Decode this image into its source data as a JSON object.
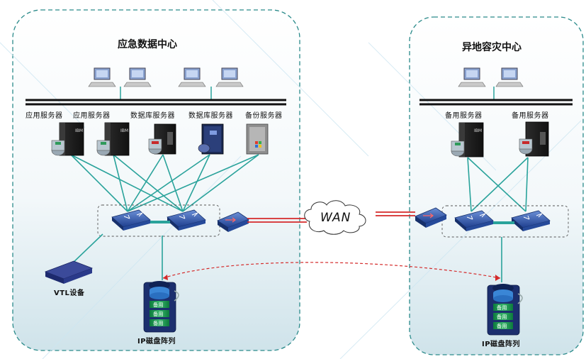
{
  "primary_site": {
    "title": "应急数据中心",
    "servers": [
      {
        "label": "应用服务器",
        "icon": "ibm-server-icon"
      },
      {
        "label": "应用服务器",
        "icon": "ibm-server-icon"
      },
      {
        "label": "数据库服务器",
        "icon": "oracle-server-icon"
      },
      {
        "label": "数据库服务器",
        "icon": "sun-server-icon"
      },
      {
        "label": "备份服务器",
        "icon": "windows-server-icon"
      }
    ],
    "vtl_label": "VTL设备",
    "storage_label": "IP磁盘阵列",
    "storage_disks": [
      "备用",
      "备用",
      "备用"
    ]
  },
  "wan_label": "WAN",
  "dr_site": {
    "title": "异地容灾中心",
    "servers": [
      {
        "label": "备用服务器",
        "icon": "ibm-server-icon"
      },
      {
        "label": "备用服务器",
        "icon": "oracle-server-icon"
      }
    ],
    "storage_label": "IP磁盘阵列",
    "storage_disks": [
      "备用",
      "备用",
      "备用"
    ]
  },
  "colors": {
    "link": "#2aa39b",
    "wan_link": "#d42a2a",
    "replication": "#d42a2a",
    "site_border": "#2a8a8a"
  }
}
